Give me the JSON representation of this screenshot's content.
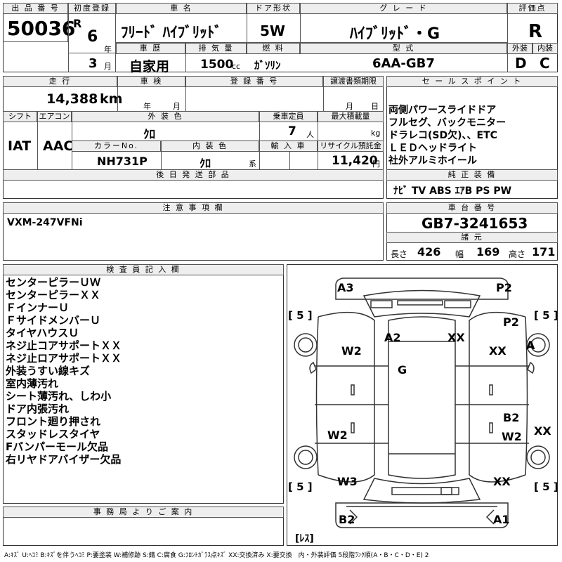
{
  "header": {
    "lot_label": "出 品 番 号",
    "lot_no": "50036",
    "first_reg_label": "初度登録",
    "era": "R",
    "year": "6",
    "year_unit": "年",
    "month": "3",
    "month_unit": "月",
    "car_name_label": "車 名",
    "car_name": "ﾌﾘｰﾄﾞ ﾊｲﾌﾞﾘｯﾄﾞ",
    "history_label": "車 歴",
    "history": "自家用",
    "displacement_label": "排 気 量",
    "displacement": "1500",
    "displacement_unit": "cc",
    "door_label": "ドア形状",
    "door": "5W",
    "fuel_label": "燃 料",
    "fuel": "ｶﾞｿﾘﾝ",
    "grade_label": "グ レ ー ド",
    "grade": "ﾊｲﾌﾞﾘｯﾄﾞ・G",
    "model_label": "型 式",
    "model": "6AA-GB7",
    "score_label": "評価点",
    "score": "R",
    "exterior_label": "外装",
    "exterior": "D",
    "interior_label": "内装",
    "interior": "C"
  },
  "row2": {
    "mileage_label": "走 行",
    "mileage": "14,388",
    "mileage_unit": "km",
    "inspection_label": "車 検",
    "inspection_year_unit": "年",
    "inspection_month_unit": "月",
    "reg_label": "登 録 番 号",
    "transfer_label": "譲渡書類期限",
    "transfer_month_unit": "月",
    "transfer_day_unit": "日",
    "shift_label": "シフト",
    "shift": "IAT",
    "ac_label": "エアコン",
    "ac": "AAC",
    "ext_color_label": "外 装 色",
    "ext_color": "ｸﾛ",
    "capacity_label": "乗車定員",
    "capacity": "7",
    "capacity_unit": "人",
    "load_label": "最大積載量",
    "load_unit": "kg",
    "color_no_label": "カラーNo.",
    "color_no": "NH731P",
    "int_color_label": "内 装 色",
    "int_color": "ｸﾛ",
    "int_color_unit": "系",
    "import_label": "輸 入 車",
    "recycle_label": "リサイクル預託金",
    "recycle": "11,420",
    "recycle_unit": "円",
    "later_parts_label": "後 日 発 送 部 品"
  },
  "sales_points": {
    "label": "セ ー ル ス ポ イ ン ト",
    "lines": [
      "両側パワースライドドア",
      "フルセグ、バックモニター",
      "ドラレコ(SD欠)、、ETC",
      "ＬＥＤヘッドライト",
      "社外アルミホイール"
    ],
    "equipment_label": "純 正 装 備",
    "equipment": "ﾅﾋﾞ  TV  ABS  ｴｱB  PS  PW"
  },
  "caution": {
    "label": "注 意 事 項 欄",
    "text": "VXM-247VFNi"
  },
  "chassis": {
    "label": "車 台 番 号",
    "number": "GB7-3241653",
    "dims_label": "諸 元",
    "length_label": "長さ",
    "length": "426",
    "width_label": "幅",
    "width": "169",
    "height_label": "高さ",
    "height": "171"
  },
  "inspector": {
    "label": "検 査 員 記 入 欄",
    "lines": [
      "センターピラーＵＷ",
      "センターピラーＸＸ",
      "ＦインナーＵ",
      "ＦサイドメンバーＵ",
      "タイヤハウスＵ",
      "ネジ止コアサポートＸＸ",
      "ネジ止ロアサポートＸＸ",
      "外装うすい線キズ",
      "室内薄汚れ",
      "シート薄汚れ、しわ小",
      "ドア内張汚れ",
      "フロント廻り押され",
      "スタッドレスタイヤ",
      "Fバンパーモール欠品",
      "右リヤドアバイザー欠品"
    ]
  },
  "office": {
    "label": "事 務 局 よ り ご 案 内"
  },
  "diagram": {
    "marks": {
      "a3": "A3",
      "p2_top": "P2",
      "p2_right": "P2",
      "a2": "A2",
      "xx_top": "XX",
      "w2_left": "W2",
      "xx_right": "XX",
      "a_right": "A",
      "g": "G",
      "b2": "B2",
      "w2_low_left": "W2",
      "w2_low_right": "W2",
      "xx_far_right": "XX",
      "w3": "W3",
      "xx_low": "XX",
      "b2_bottom": "B2",
      "a1": "A1"
    },
    "tread_fl": "[ 5 ]",
    "tread_fr": "[ 5 ]",
    "tread_rl": "[ 5 ]",
    "tread_rr": "[ 5 ]",
    "spare": "[ﾚｽ]"
  },
  "legend": "A:ｷｽﾞ U:ﾍｺﾐ B:ｷｽﾞを伴うﾍｺﾐ P:要塗装 W:補修跡 S:錆 C:腐食 G:ﾌﾛﾝﾄｶﾞﾗｽ点ｷｽﾞ XX:交換済み X:要交換　内・外装評価 5段階ﾗﾝｸ順(A・B・C・D・E) 2"
}
